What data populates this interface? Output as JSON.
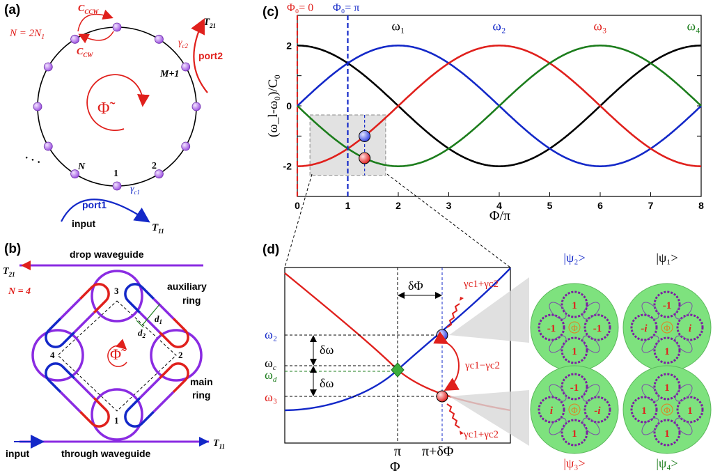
{
  "panel_labels": {
    "a": "(a)",
    "b": "(b)",
    "c": "(c)",
    "d": "(d)"
  },
  "colors": {
    "red": "#e0201c",
    "blue": "#1328c8",
    "green": "#1c7d1c",
    "black": "#000000",
    "purple": "#8a2be2",
    "node": "#b070e0",
    "mode_bg": "#7ee27e"
  },
  "panel_a": {
    "n_label": "N = 2N",
    "n_sub": "1",
    "c_ccw": "C",
    "c_ccw_sub": "CCW",
    "c_cw": "C",
    "c_cw_sub": "CW",
    "t21": "T",
    "t21_sub": "21",
    "gamma_c2": "γ",
    "gamma_c2_sub": "c2",
    "port2": "port2",
    "m_plus_1": "M+1",
    "phi": "Φ̃",
    "dots": "· · ·",
    "node_n": "N",
    "node_1": "1",
    "node_2": "2",
    "gamma_c1": "γ",
    "gamma_c1_sub": "c1",
    "port1": "port1",
    "input": "input",
    "t11": "T",
    "t11_sub": "11"
  },
  "panel_b": {
    "drop": "drop waveguide",
    "t21": "T",
    "t21_sub": "21",
    "n4": "N = 4",
    "auxiliary": "auxiliary",
    "ring": "ring",
    "main": "main",
    "ring2": "ring",
    "d1": "d",
    "d1_sub": "1",
    "d2": "d",
    "d2_sub": "2",
    "phi": "Φ̃",
    "n1": "1",
    "n2": "2",
    "n3": "3",
    "n4_label": "4",
    "input": "input",
    "through": "through waveguide",
    "t11": "T",
    "t11_sub": "11"
  },
  "panel_c": {
    "phi0_zero": "Φ₀= 0",
    "phi0_pi": "Φ₀= π",
    "ylabel": "(ω_l-ω₀)/C₀",
    "xlabel": "Φ/π",
    "series_labels": [
      "ω₁",
      "ω₂",
      "ω₃",
      "ω₄"
    ]
  },
  "panel_d": {
    "dphi": "δΦ",
    "dw_top": "δω",
    "dw_bot": "δω",
    "w2": "ω₂",
    "wc": "ω",
    "wc_sub": "c",
    "wd": "ω",
    "wd_sub": "d",
    "w3": "ω₃",
    "g_sum_top": "γc1+γc2",
    "g_diff": "γc1−γc2",
    "g_sum_bot": "γc1+γc2",
    "x_pi": "π",
    "x_pi_dphi": "π+δΦ",
    "x_phi": "Φ"
  },
  "modes": [
    {
      "title": "|ψ₂>",
      "top": "1",
      "left": "-1",
      "right": "-1",
      "bottom": "1",
      "center": "Φ"
    },
    {
      "title": "|ψ₁>",
      "top": "-1",
      "left": "-i",
      "right": "i",
      "bottom": "1",
      "center": "Φ"
    },
    {
      "title": "|ψ₃>",
      "top": "-1",
      "left": "i",
      "right": "-i",
      "bottom": "1",
      "center": "Φ"
    },
    {
      "title": "|ψ₄>",
      "top": "1",
      "left": "1",
      "right": "1",
      "bottom": "1",
      "center": "Φ"
    }
  ],
  "chart_data": {
    "type": "line",
    "xlabel": "Φ/π",
    "ylabel": "(ω_l-ω₀)/C₀",
    "xlim": [
      0,
      8
    ],
    "ylim": [
      -3,
      3
    ],
    "xticks": [
      0,
      1,
      2,
      3,
      4,
      5,
      6,
      7,
      8
    ],
    "yticks": [
      -2,
      0,
      2
    ],
    "grid": false,
    "formula": "2cos((Φ - 2π(l-1))/4)",
    "series": [
      {
        "name": "ω₁",
        "l": 1,
        "color": "#000000"
      },
      {
        "name": "ω₂",
        "l": 2,
        "color": "#1328c8"
      },
      {
        "name": "ω₃",
        "l": 3,
        "color": "#e0201c"
      },
      {
        "name": "ω₄",
        "l": 4,
        "color": "#1c7d1c"
      }
    ],
    "markers": [
      {
        "x": 1.333,
        "y": -1.0,
        "series": "ω₂"
      },
      {
        "x": 1.333,
        "y": -1.732,
        "series": "ω₃"
      }
    ],
    "vlines": [
      {
        "x": 0,
        "label": "Φ₀= 0"
      },
      {
        "x": 1,
        "label": "Φ₀= π"
      }
    ],
    "zoom_box": {
      "x": [
        0.25,
        1.75
      ],
      "y": [
        -2.3,
        -0.3
      ]
    }
  }
}
